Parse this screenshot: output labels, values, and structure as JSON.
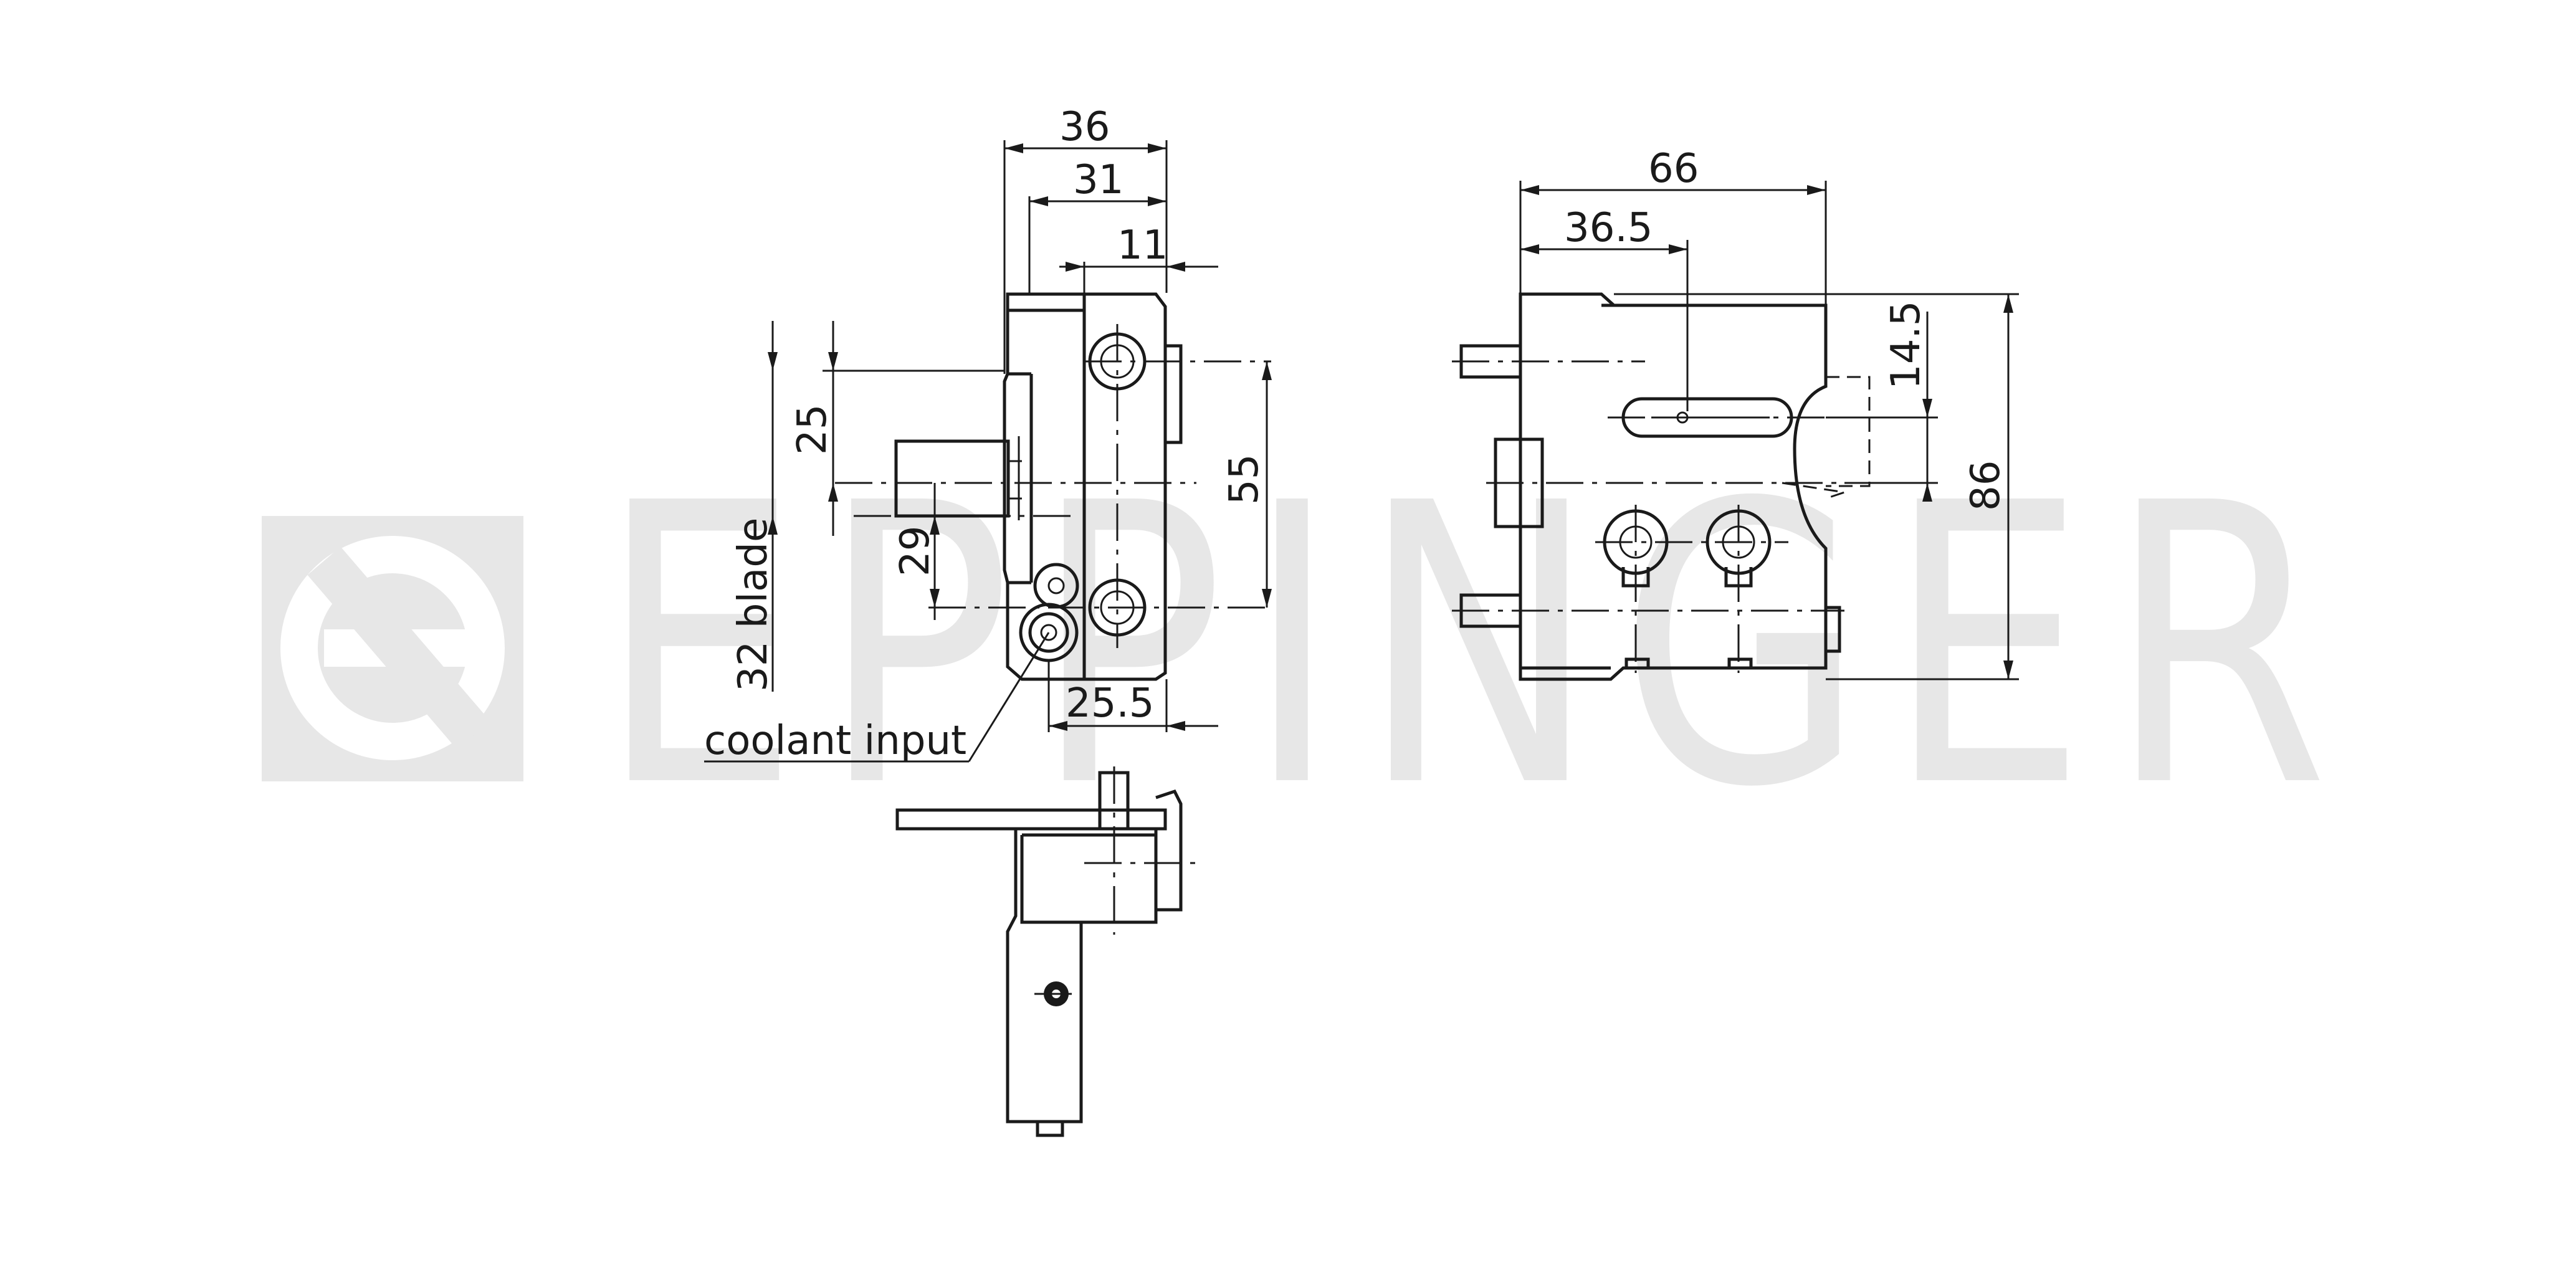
{
  "watermark": {
    "brand": "EPPINGER",
    "color": "#e7e7e7"
  },
  "dimensions": {
    "d36": "36",
    "d31": "31",
    "d11": "11",
    "d25": "25",
    "d55": "55",
    "d29": "29",
    "d32blade": "32 blade",
    "d25_5": "25.5",
    "d66": "66",
    "d36_5": "36.5",
    "d14_5": "14.5",
    "d86": "86"
  },
  "labels": {
    "coolant": "coolant input"
  },
  "colors": {
    "line": "#1a1a1a",
    "background": "#ffffff"
  }
}
